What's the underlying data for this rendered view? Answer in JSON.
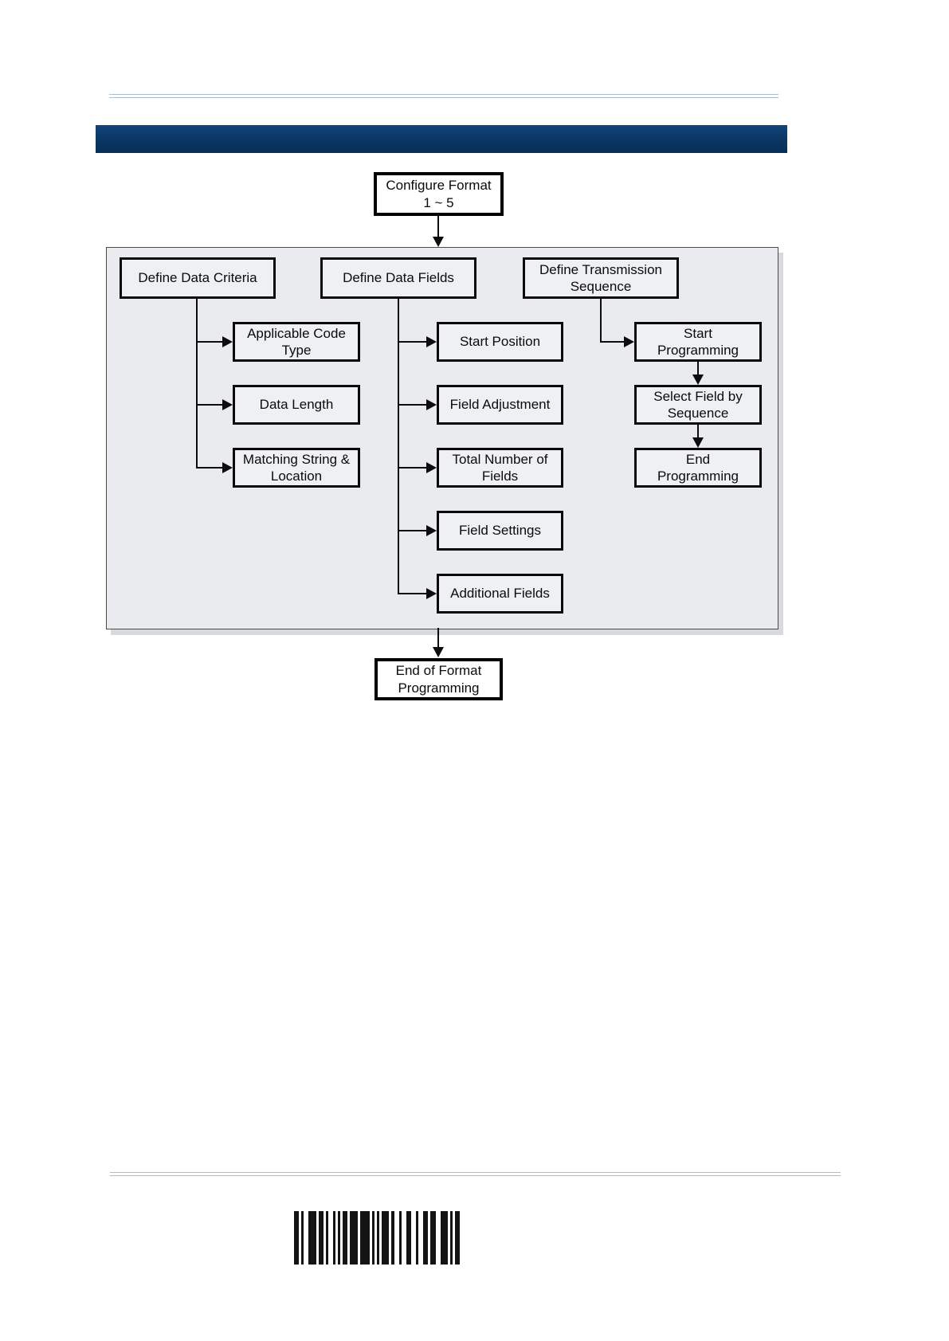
{
  "theme": {
    "banner_navy": "#0c3866",
    "rule_blue": "#a9bfce",
    "box_border": "#0a0a0a",
    "panel_fill": "#e9ebef",
    "barcode_color": "#141414"
  },
  "flowchart": {
    "start": {
      "label": "Configure Format\n1 ~ 5"
    },
    "groups": [
      {
        "header": "Define Data Criteria",
        "children": [
          "Applicable Code\nType",
          "Data Length",
          "Matching String &\nLocation"
        ]
      },
      {
        "header": "Define Data Fields",
        "children": [
          "Start Position",
          "Field Adjustment",
          "Total Number of\nFields",
          "Field Settings",
          "Additional Fields"
        ]
      },
      {
        "header": "Define Transmission\nSequence",
        "children": [
          "Start\nProgramming",
          "Select Field by\nSequence",
          "End\nProgramming"
        ]
      }
    ],
    "end": {
      "label": "End of Format\nProgramming"
    }
  },
  "footer": {
    "barcode": {
      "pattern": [
        2,
        1,
        1,
        2,
        3,
        1,
        2,
        1,
        1,
        2,
        1,
        1,
        1,
        1,
        2,
        1,
        3,
        1,
        4,
        1,
        1,
        1,
        1,
        1,
        3,
        1,
        1,
        2,
        1,
        2,
        2,
        2,
        1,
        2,
        2,
        1,
        2,
        2,
        3,
        1,
        1,
        1,
        2
      ]
    }
  }
}
